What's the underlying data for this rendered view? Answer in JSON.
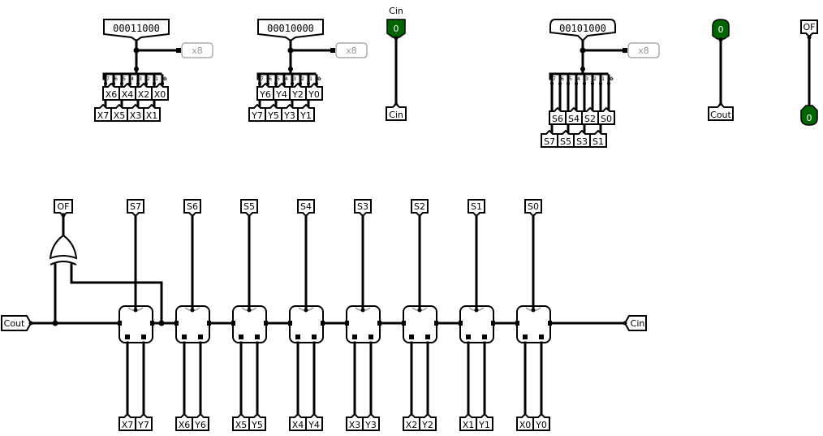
{
  "canvas": {
    "background": "#ffffff",
    "wire_color": "#000000",
    "led_color": "#006400",
    "splitter_label_color": "#999999"
  },
  "inputs": {
    "x_probe": {
      "value": "00011000",
      "splitter_label": "x8",
      "upper_tunnels": [
        "X6",
        "X4",
        "X2",
        "X0"
      ],
      "lower_tunnels": [
        "X7",
        "X5",
        "X3",
        "X1"
      ]
    },
    "y_probe": {
      "value": "00010000",
      "splitter_label": "x8",
      "upper_tunnels": [
        "Y6",
        "Y4",
        "Y2",
        "Y0"
      ],
      "lower_tunnels": [
        "Y7",
        "Y5",
        "Y3",
        "Y1"
      ]
    },
    "cin_pin": {
      "label": "Cin",
      "value": "0",
      "tunnel": "Cin"
    }
  },
  "outputs": {
    "s_probe": {
      "value": "00101000",
      "splitter_label": "x8",
      "upper_tunnels": [
        "S6",
        "S4",
        "S2",
        "S0"
      ],
      "lower_tunnels": [
        "S7",
        "S5",
        "S3",
        "S1"
      ]
    },
    "cout_led": {
      "value": "0",
      "tunnel": "Cout"
    },
    "of_led": {
      "value": "0",
      "tunnel": "OF"
    }
  },
  "adder_chain": {
    "sum_tunnels": [
      "S7",
      "S6",
      "S5",
      "S4",
      "S3",
      "S2",
      "S1",
      "S0"
    ],
    "x_tunnels": [
      "X7",
      "X6",
      "X5",
      "X4",
      "X3",
      "X2",
      "X1",
      "X0"
    ],
    "y_tunnels": [
      "Y7",
      "Y6",
      "Y5",
      "Y4",
      "Y3",
      "Y2",
      "Y1",
      "Y0"
    ],
    "cout_tunnel": "Cout",
    "cin_tunnel": "Cin",
    "of_tunnel": "OF",
    "gate": "XOR"
  },
  "splitter_bit_labels": [
    "7",
    "6",
    "5",
    "4",
    "3",
    "2",
    "1",
    "0"
  ]
}
